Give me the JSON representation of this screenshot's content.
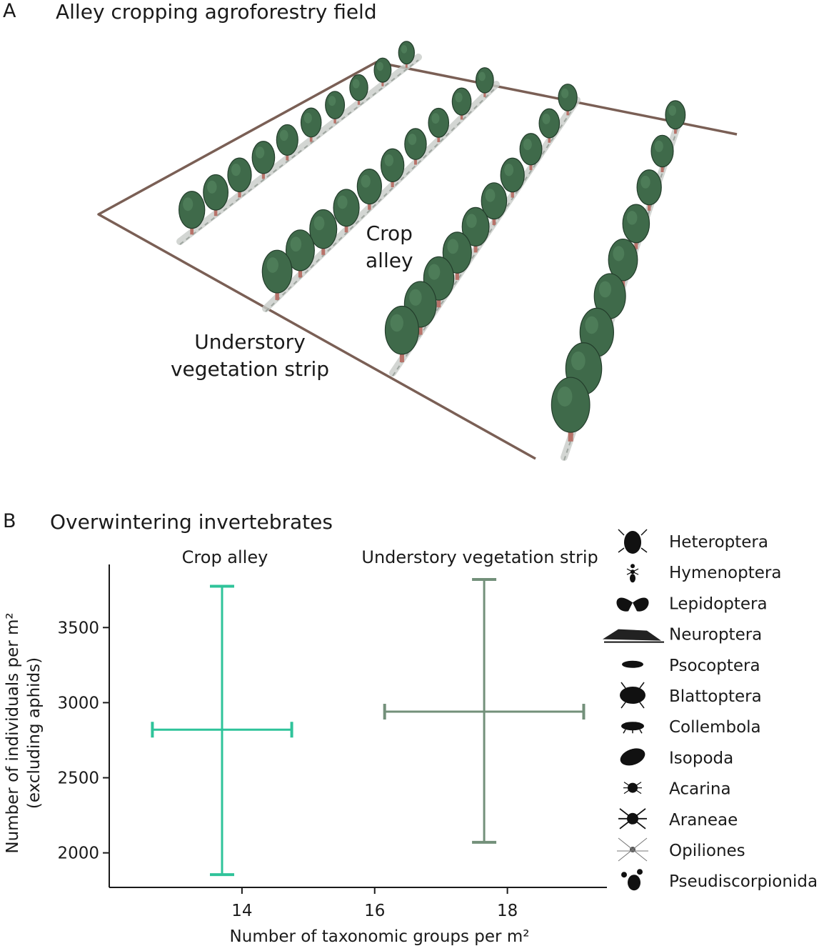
{
  "panel_a": {
    "letter": "A",
    "title": "Alley cropping agroforestry field",
    "label_crop_line1": "Crop",
    "label_crop_line2": "alley",
    "label_strip_line1": "Understory",
    "label_strip_line2": "vegetation strip"
  },
  "panel_b": {
    "letter": "B",
    "title": "Overwintering invertebrates"
  },
  "colors": {
    "crop_alley": "#2fc39a",
    "understory": "#73907a",
    "field_outline": "#7a5f55",
    "tree_foliage": "#3f6a4a",
    "tree_trunk": "#b8736a"
  },
  "chart_data": {
    "type": "scatter",
    "xlabel": "Number of taxonomic groups per m²",
    "ylabel": "Number of individuals per m² (excluding aphids)",
    "ylabel_line1": "Number of individuals per m²",
    "ylabel_line2": "(excluding aphids)",
    "xlim": [
      12.0,
      19.5
    ],
    "ylim": [
      1770,
      3920
    ],
    "xticks": [
      14,
      16,
      18
    ],
    "yticks": [
      2000,
      2500,
      3000,
      3500
    ],
    "series": [
      {
        "name": "Crop alley",
        "x": 13.7,
        "y": 2820,
        "x_low": 12.65,
        "x_high": 14.75,
        "y_low": 1855,
        "y_high": 3775
      },
      {
        "name": "Understory vegetation strip",
        "x": 17.65,
        "y": 2940,
        "x_low": 16.15,
        "x_high": 19.15,
        "y_low": 2070,
        "y_high": 3820
      }
    ],
    "legend": [
      {
        "label": "Heteroptera",
        "icon": "shield-bug-icon"
      },
      {
        "label": "Hymenoptera",
        "icon": "ant-icon"
      },
      {
        "label": "Lepidoptera",
        "icon": "butterfly-icon"
      },
      {
        "label": "Neuroptera",
        "icon": "lacewing-icon"
      },
      {
        "label": "Psocoptera",
        "icon": "booklouse-icon"
      },
      {
        "label": "Blattoptera",
        "icon": "cockroach-icon"
      },
      {
        "label": "Collembola",
        "icon": "springtail-icon"
      },
      {
        "label": "Isopoda",
        "icon": "woodlouse-icon"
      },
      {
        "label": "Acarina",
        "icon": "mite-icon"
      },
      {
        "label": "Araneae",
        "icon": "spider-icon"
      },
      {
        "label": "Opiliones",
        "icon": "harvestman-icon"
      },
      {
        "label": "Pseudiscorpionida",
        "icon": "pseudoscorpion-icon"
      }
    ],
    "legend_placement": "right",
    "grid": false
  }
}
